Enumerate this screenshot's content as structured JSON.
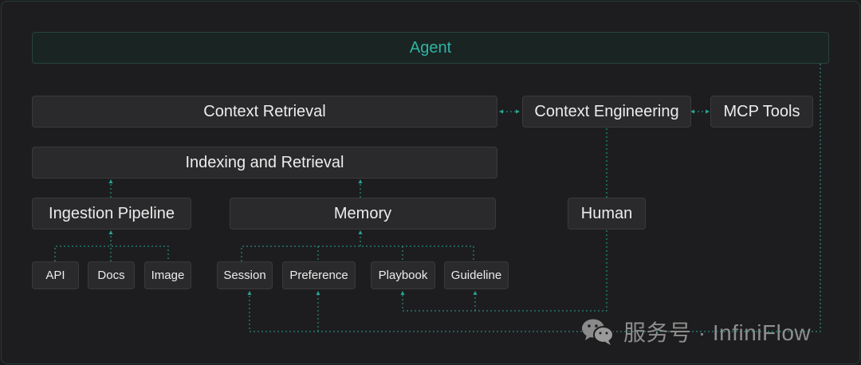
{
  "nodes": {
    "agent": "Agent",
    "context_retrieval": "Context Retrieval",
    "context_engineering": "Context Engineering",
    "mcp_tools": "MCP Tools",
    "indexing": "Indexing and Retrieval",
    "ingestion": "Ingestion Pipeline",
    "memory": "Memory",
    "human": "Human",
    "api": "API",
    "docs": "Docs",
    "image": "Image",
    "session": "Session",
    "preference": "Preference",
    "playbook": "Playbook",
    "guideline": "Guideline"
  },
  "watermark": {
    "text": "服务号 · InfiniFlow",
    "icon": "wechat-icon"
  },
  "colors": {
    "connector": "#2aa392",
    "accent": "#2fb3a3",
    "box_bg": "#2a2a2c",
    "background": "#1d1d1f"
  }
}
